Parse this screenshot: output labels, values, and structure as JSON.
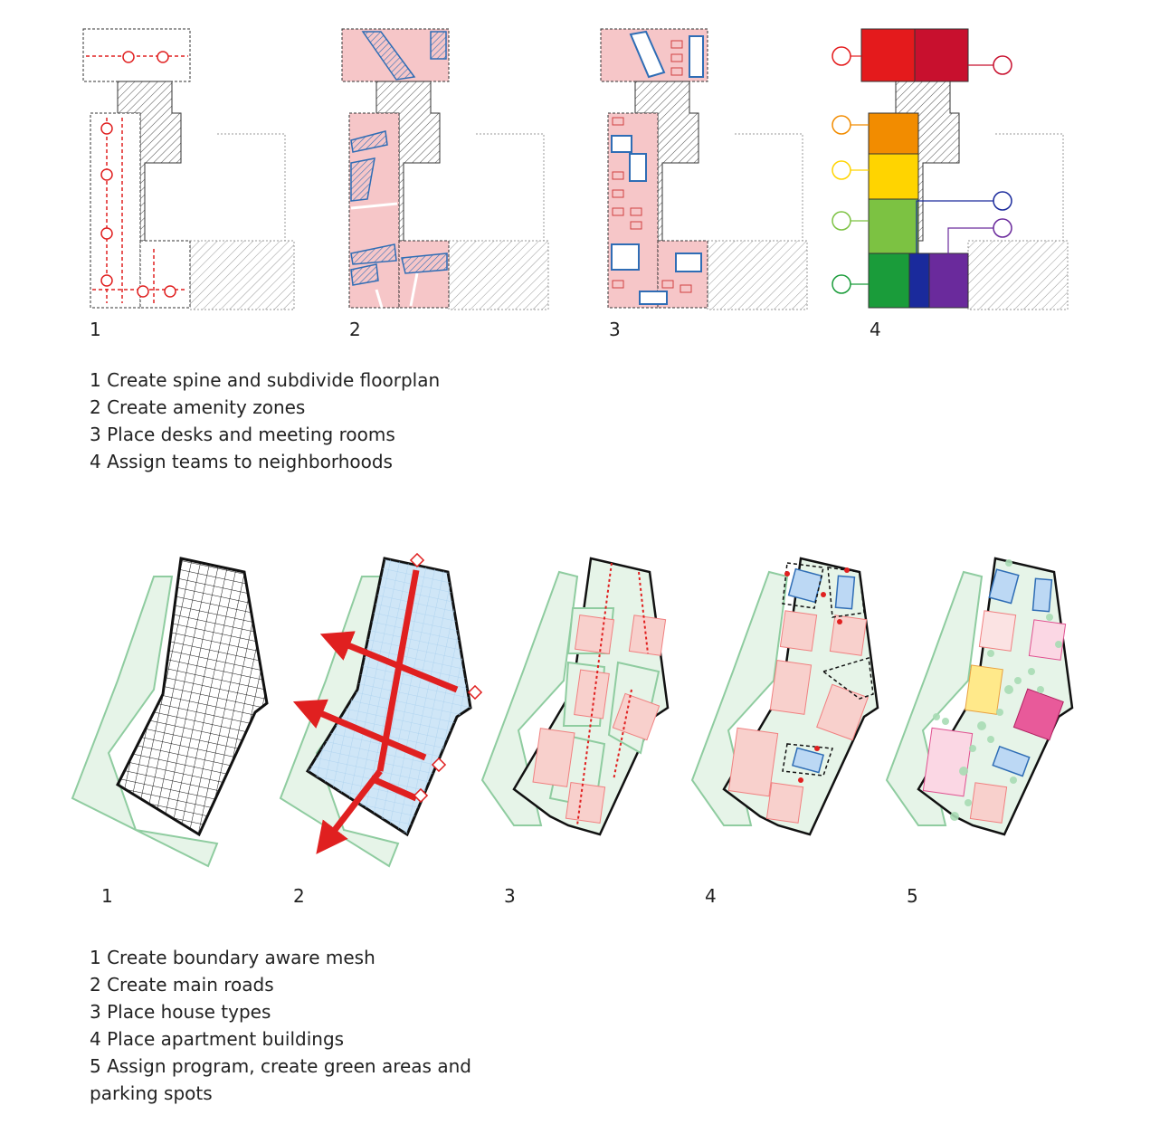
{
  "office": {
    "panels": [
      {
        "number": "1"
      },
      {
        "number": "2"
      },
      {
        "number": "3"
      },
      {
        "number": "4"
      }
    ],
    "steps": [
      "1 Create spine and subdivide floorplan",
      "2 Create amenity zones",
      "3 Place desks and meeting rooms",
      "4 Assign teams to neighborhoods"
    ],
    "team_colors": [
      "#e41a1c",
      "#c8102e",
      "#f28c00",
      "#ffd400",
      "#7cc242",
      "#1a9c3a",
      "#1a2a9c",
      "#6a2a9c"
    ]
  },
  "urban": {
    "panels": [
      {
        "number": "1"
      },
      {
        "number": "2"
      },
      {
        "number": "3"
      },
      {
        "number": "4"
      },
      {
        "number": "5"
      }
    ],
    "steps": [
      "1 Create boundary aware mesh",
      "2 Create main roads",
      "3 Place house types",
      "4 Place apartment buildings",
      "5 Assign program, create green areas and",
      "parking spots"
    ]
  },
  "colors": {
    "hatch": "#666666",
    "pink": "#f6c6c8",
    "blue": "#2f6db5",
    "red": "#e02020",
    "green_fill": "#e6f4e8",
    "green_stroke": "#8fcca0",
    "mesh_blue": "#cfe6f7"
  }
}
